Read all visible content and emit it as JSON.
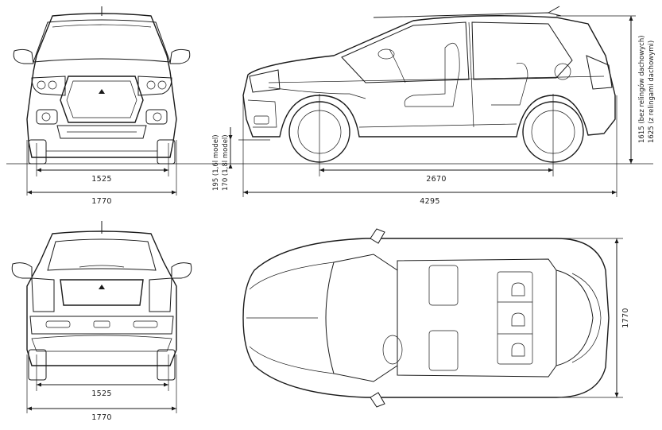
{
  "dimensions": {
    "front_track": "1525",
    "front_width": "1770",
    "wheelbase": "2670",
    "length": "4295",
    "height_bez": "1615 (bez relingów dachowych)",
    "height_z": "1625 (z relingami dachowymi)",
    "clearance_16": "195 (1,6l model)",
    "clearance_18": "170 (1,8l model)",
    "rear_track": "1525",
    "rear_width": "1770",
    "top_width": "1770"
  },
  "colors": {
    "line": "#1a1a1a",
    "background": "#ffffff"
  }
}
